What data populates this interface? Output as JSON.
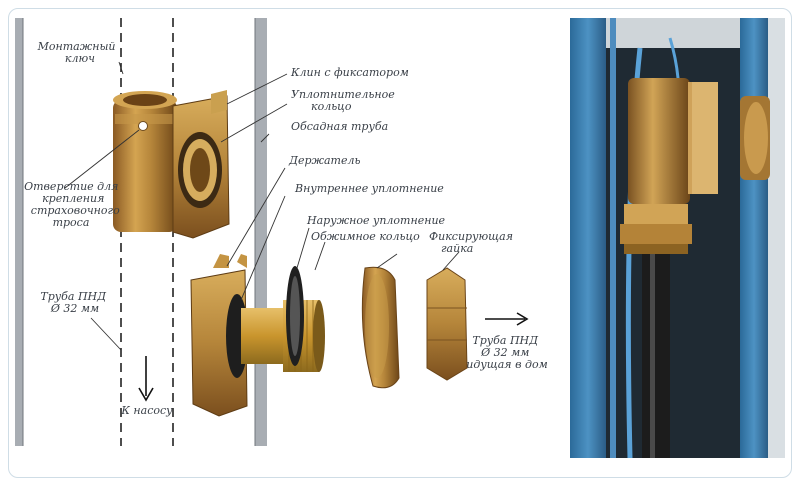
{
  "diagram": {
    "labels": {
      "mounting_key": [
        "Монтажный",
        "ключ"
      ],
      "wedge_with_latch": "Клин с фиксатором",
      "sealing_ring": [
        "Уплотнительное",
        "кольцо"
      ],
      "casing_pipe": "Обсадная труба",
      "safety_rope_hole": [
        "Отверстие для",
        "крепления",
        "страховочного",
        "троса"
      ],
      "holder": "Держатель",
      "inner_seal": "Внутреннее уплотнение",
      "outer_seal": "Наружное уплотнение",
      "compression_ring": "Обжимное кольцо",
      "locking_nut": [
        "Фиксирующая",
        "гайка"
      ],
      "hdpe_pipe_left": [
        "Труба ПНД",
        "Ø 32 мм"
      ],
      "hdpe_pipe_right": [
        "Труба ПНД",
        "Ø 32 мм",
        "идущая в дом"
      ],
      "to_pump": "К насосу"
    },
    "colors": {
      "brass": "#b98a3c",
      "brass_dark": "#7a5222",
      "rubber": "#2a2a2a",
      "casing_wall": "#a8adb3",
      "leader_line": "#333333"
    }
  },
  "photo": {
    "alt": "Скважинный адаптер установлен в обсадной трубе",
    "colors": {
      "casing_blue": "#3f7fae",
      "pipe_black": "#1c1c1c",
      "cable_blue": "#5aa2d8",
      "background_dark": "#26343f"
    }
  }
}
